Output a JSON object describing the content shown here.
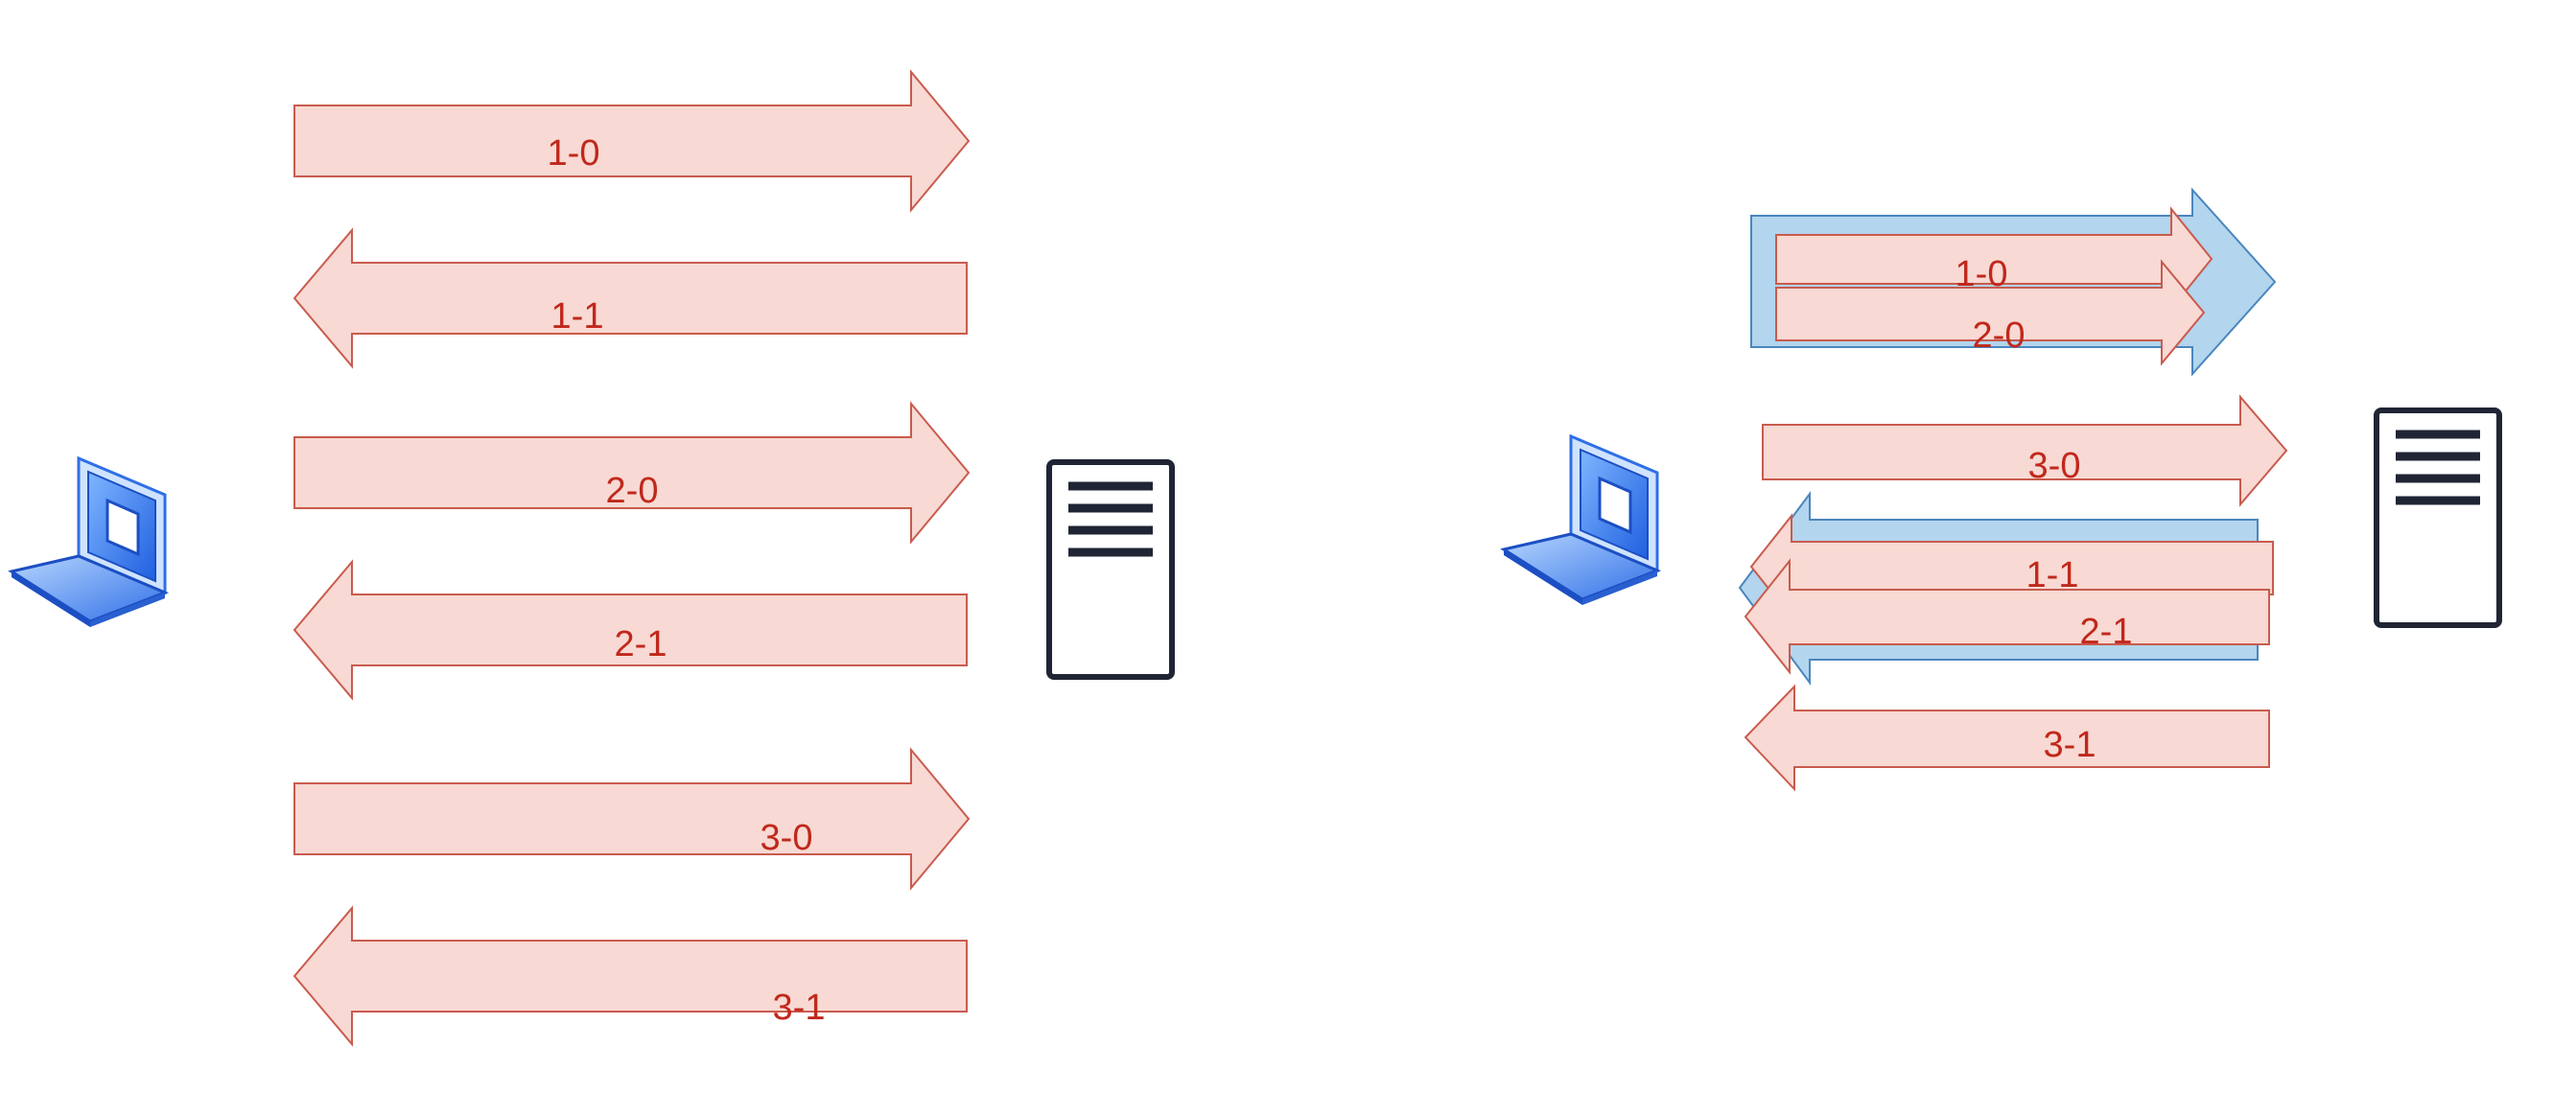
{
  "colors": {
    "arrow_fill": "#f8d9d3",
    "arrow_stroke": "#c95b4e",
    "label_text": "#c0281c",
    "blue_fill": "#b3d5ee",
    "blue_stroke": "#4a86bd",
    "server_outline": "#1f2534",
    "laptop_blue": "#3b82f6"
  },
  "icons": {
    "client": "laptop-icon",
    "server": "server-icon"
  },
  "left_diagram": {
    "arrows": [
      {
        "label": "1-0",
        "direction": "right"
      },
      {
        "label": "1-1",
        "direction": "left"
      },
      {
        "label": "2-0",
        "direction": "right"
      },
      {
        "label": "2-1",
        "direction": "left"
      },
      {
        "label": "3-0",
        "direction": "right"
      },
      {
        "label": "3-1",
        "direction": "left"
      }
    ]
  },
  "right_diagram": {
    "arrows": [
      {
        "label": "1-0",
        "direction": "right"
      },
      {
        "label": "2-0",
        "direction": "right"
      },
      {
        "label": "3-0",
        "direction": "right"
      },
      {
        "label": "1-1",
        "direction": "left"
      },
      {
        "label": "2-1",
        "direction": "left"
      },
      {
        "label": "3-1",
        "direction": "left"
      }
    ]
  }
}
